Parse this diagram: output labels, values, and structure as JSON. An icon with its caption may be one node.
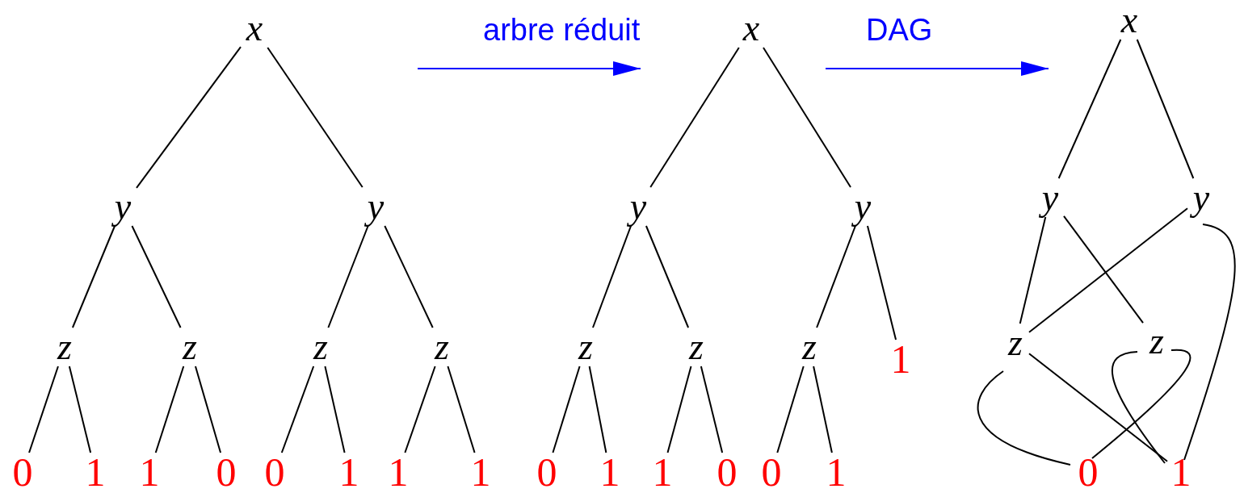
{
  "diagram": {
    "nodes": [
      {
        "text": [
          "x"
        ]
      },
      {
        "text": [
          "y"
        ]
      },
      {
        "text": [
          "y"
        ]
      },
      {
        "text": [
          "z"
        ]
      },
      {
        "text": [
          "z"
        ]
      },
      {
        "text": [
          "z"
        ]
      },
      {
        "text": [
          "z"
        ]
      },
      {
        "text": [
          "0"
        ]
      },
      {
        "text": [
          "1"
        ]
      },
      {
        "text": [
          "1"
        ]
      },
      {
        "text": [
          "0"
        ]
      },
      {
        "text": [
          "0"
        ]
      },
      {
        "text": [
          "1"
        ]
      },
      {
        "text": [
          "1"
        ]
      },
      {
        "text": [
          "1"
        ]
      },
      {
        "text": [
          "x"
        ]
      },
      {
        "text": [
          "y"
        ]
      },
      {
        "text": [
          "y"
        ]
      },
      {
        "text": [
          "z"
        ]
      },
      {
        "text": [
          "z"
        ]
      },
      {
        "text": [
          "z"
        ]
      },
      {
        "text": [
          "1"
        ]
      },
      {
        "text": [
          "0"
        ]
      },
      {
        "text": [
          "1"
        ]
      },
      {
        "text": [
          "1"
        ]
      },
      {
        "text": [
          "0"
        ]
      },
      {
        "text": [
          "0"
        ]
      },
      {
        "text": [
          "1"
        ]
      },
      {
        "text": [
          "x"
        ]
      },
      {
        "text": [
          "y"
        ]
      },
      {
        "text": [
          "y"
        ]
      },
      {
        "text": [
          "z"
        ]
      },
      {
        "text": [
          "z"
        ]
      },
      {
        "text": [
          "0"
        ]
      },
      {
        "text": [
          "1"
        ]
      }
    ],
    "edges": [
      {
        "from": 0,
        "to": 1,
        "arrow": "none"
      },
      {
        "from": 0,
        "to": 2,
        "arrow": "none"
      },
      {
        "from": 1,
        "to": 3,
        "arrow": "none"
      },
      {
        "from": 1,
        "to": 4,
        "arrow": "none"
      },
      {
        "from": 2,
        "to": 5,
        "arrow": "none"
      },
      {
        "from": 2,
        "to": 6,
        "arrow": "none"
      },
      {
        "from": 3,
        "to": 7,
        "arrow": "none"
      },
      {
        "from": 3,
        "to": 8,
        "arrow": "none"
      },
      {
        "from": 4,
        "to": 9,
        "arrow": "none"
      },
      {
        "from": 4,
        "to": 10,
        "arrow": "none"
      },
      {
        "from": 5,
        "to": 11,
        "arrow": "none"
      },
      {
        "from": 5,
        "to": 12,
        "arrow": "none"
      },
      {
        "from": 6,
        "to": 13,
        "arrow": "none"
      },
      {
        "from": 6,
        "to": 14,
        "arrow": "none"
      },
      {
        "from": 15,
        "to": 16,
        "arrow": "none"
      },
      {
        "from": 15,
        "to": 17,
        "arrow": "none"
      },
      {
        "from": 16,
        "to": 18,
        "arrow": "none"
      },
      {
        "from": 16,
        "to": 19,
        "arrow": "none"
      },
      {
        "from": 17,
        "to": 20,
        "arrow": "none"
      },
      {
        "from": 17,
        "to": 21,
        "arrow": "none"
      },
      {
        "from": 18,
        "to": 22,
        "arrow": "none"
      },
      {
        "from": 18,
        "to": 23,
        "arrow": "none"
      },
      {
        "from": 19,
        "to": 24,
        "arrow": "none"
      },
      {
        "from": 19,
        "to": 25,
        "arrow": "none"
      },
      {
        "from": 20,
        "to": 26,
        "arrow": "none"
      },
      {
        "from": 20,
        "to": 27,
        "arrow": "none"
      },
      {
        "from": 28,
        "to": 29,
        "arrow": "none"
      },
      {
        "from": 28,
        "to": 30,
        "arrow": "none"
      },
      {
        "from": 29,
        "to": 31,
        "arrow": "none"
      },
      {
        "from": 29,
        "to": 32,
        "arrow": "none"
      },
      {
        "from": 30,
        "to": 31,
        "arrow": "none"
      },
      {
        "from": 30,
        "to": 34,
        "arrow": "none"
      },
      {
        "from": 31,
        "to": 33,
        "arrow": "none"
      },
      {
        "from": 31,
        "to": 34,
        "arrow": "none"
      },
      {
        "from": 32,
        "to": 34,
        "arrow": "none"
      },
      {
        "from": 32,
        "to": 33,
        "arrow": "none"
      }
    ],
    "labels": [
      "arbre réduit",
      "DAG"
    ]
  }
}
